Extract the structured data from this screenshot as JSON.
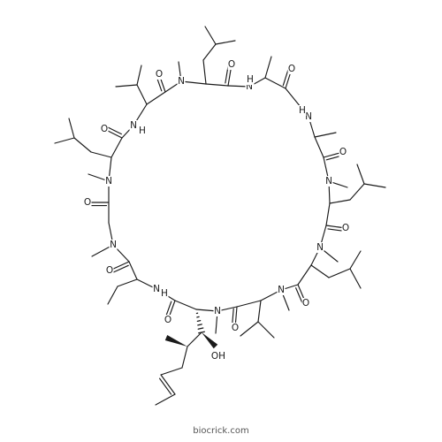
{
  "molecule": {
    "atom_labels": {
      "N": "N",
      "O": "O",
      "H": "H",
      "OH": "OH"
    }
  },
  "watermark": {
    "text": "biocrick.com"
  }
}
